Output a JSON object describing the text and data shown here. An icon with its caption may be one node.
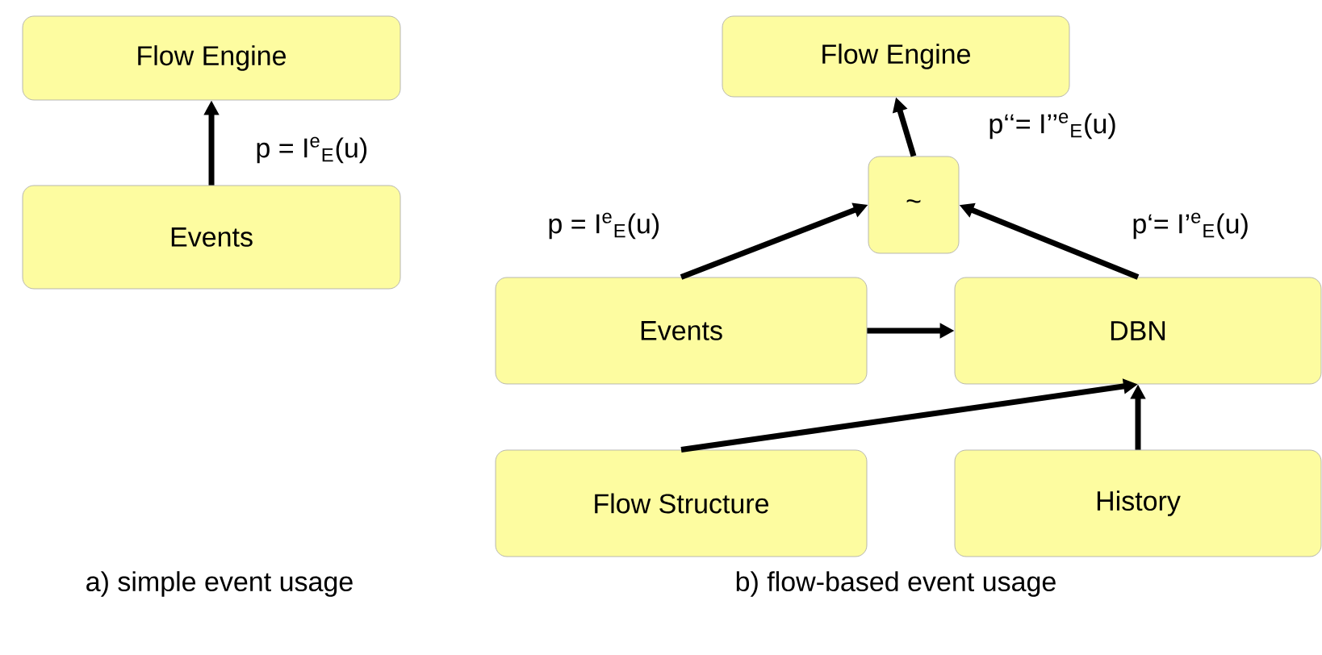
{
  "diagram": {
    "nodes": [
      {
        "text": [
          "Flow Engine"
        ]
      },
      {
        "text": [
          "Events"
        ]
      },
      {
        "text": [
          "Flow Engine"
        ]
      },
      {
        "text": [
          "~"
        ]
      },
      {
        "text": [
          "Events"
        ]
      },
      {
        "text": [
          "DBN"
        ]
      },
      {
        "text": [
          "Flow Structure"
        ]
      },
      {
        "text": [
          "History"
        ]
      }
    ],
    "edges": [
      {
        "from": 1,
        "to": 0,
        "arrow": "to",
        "label": "p = I$^{e}$$_{E}$(u)"
      },
      {
        "from": 4,
        "to": 3,
        "arrow": "to",
        "label": "p = I$^{e}$$_{E}$(u)"
      },
      {
        "from": 5,
        "to": 3,
        "arrow": "to",
        "label": "p‘= I’$^{e}$$_{E}$(u)"
      },
      {
        "from": 3,
        "to": 2,
        "arrow": "to",
        "label": "p‘‘= I’’$^{e}$$_{E}$(u)"
      },
      {
        "from": 4,
        "to": 5,
        "arrow": "to"
      },
      {
        "from": 6,
        "to": 5,
        "arrow": "to"
      },
      {
        "from": 7,
        "to": 5,
        "arrow": "to"
      }
    ],
    "labels": [
      "a) simple event usage",
      "b) flow-based event usage"
    ]
  }
}
